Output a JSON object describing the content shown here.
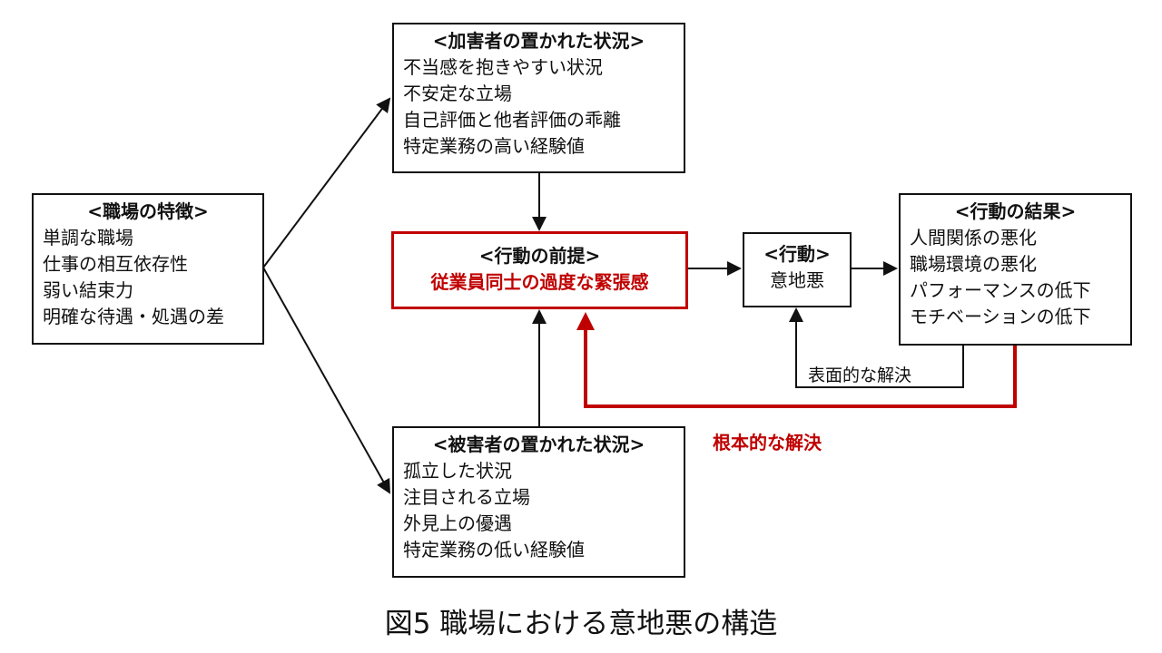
{
  "boxes": {
    "perpetrator": {
      "title": "<加害者の置かれた状況>",
      "items": [
        "不当感を抱きやすい状況",
        "不安定な立場",
        "自己評価と他者評価の乖離",
        "特定業務の高い経験値"
      ]
    },
    "workplace": {
      "title": "<職場の特徴>",
      "items": [
        "単調な職場",
        "仕事の相互依存性",
        "弱い結束力",
        "明確な待遇・処遇の差"
      ]
    },
    "premise": {
      "title": "<行動の前提>",
      "text": "従業員同士の過度な緊張感"
    },
    "action": {
      "title": "<行動>",
      "text": "意地悪"
    },
    "result": {
      "title": "<行動の結果>",
      "items": [
        "人間関係の悪化",
        "職場環境の悪化",
        "パフォーマンスの低下",
        "モチベーションの低下"
      ]
    },
    "victim": {
      "title": "<被害者の置かれた状況>",
      "items": [
        "孤立した状況",
        "注目される立場",
        "外見上の優遇",
        "特定業務の低い経験値"
      ]
    }
  },
  "labels": {
    "surface": "表面的な解決",
    "root": "根本的な解決"
  },
  "caption": "図5  職場における意地悪の構造",
  "colors": {
    "accent": "#c00000",
    "line": "#111111"
  }
}
